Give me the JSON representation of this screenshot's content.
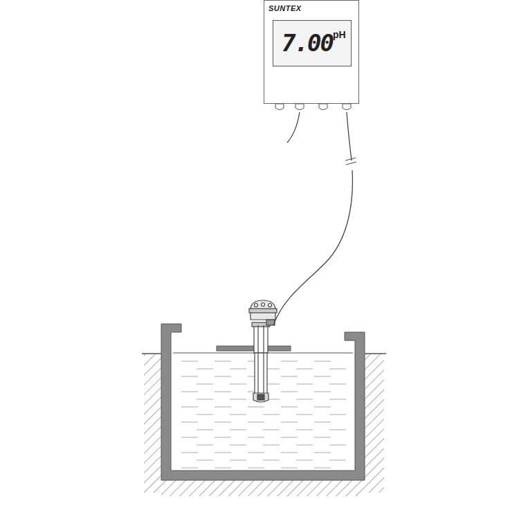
{
  "diagram": {
    "nodes": [
      {
        "text": [
          "SUNTEX"
        ]
      },
      {
        "text": [
          "7.00",
          "pH"
        ],
        "in": 0
      }
    ]
  }
}
